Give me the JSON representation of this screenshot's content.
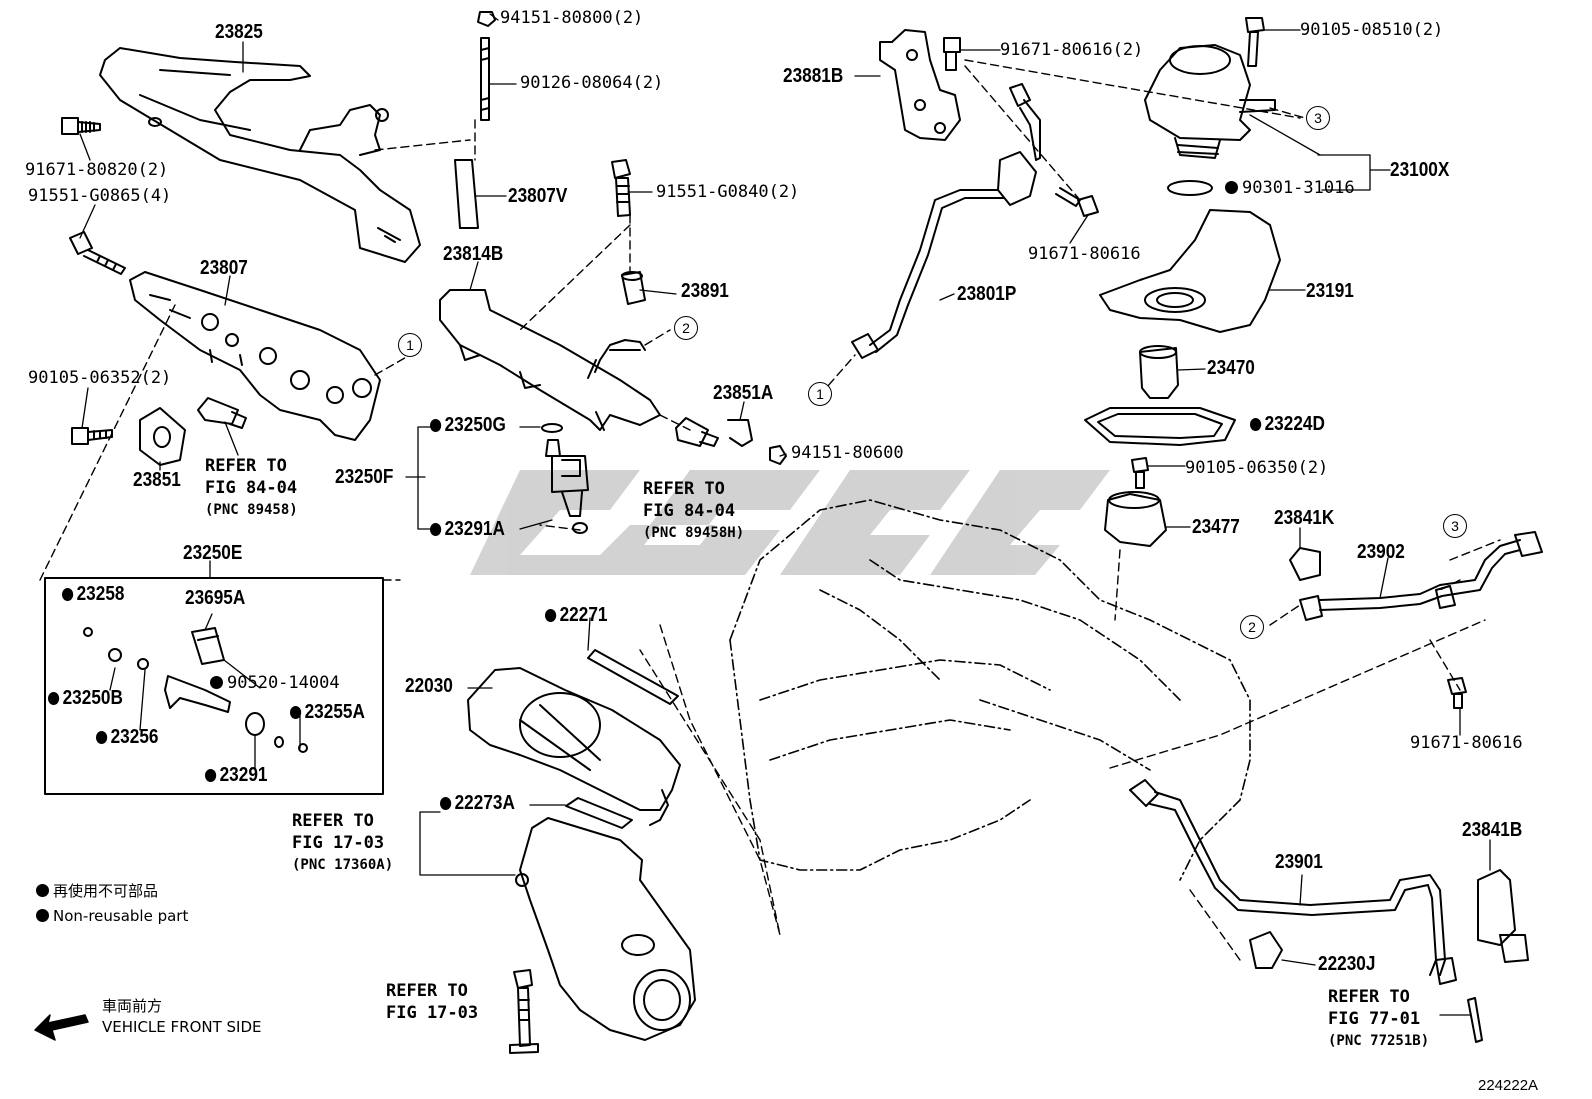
{
  "figure_id": "224222A",
  "legend": {
    "jp": "再使用不可部品",
    "en": "Non-reusable part",
    "front_jp": "車両前方",
    "front_en": "VEHICLE FRONT SIDE"
  },
  "circle_refs": [
    "1",
    "2",
    "3"
  ],
  "parts": {
    "p23825": "23825",
    "p94151_80800": "94151-80800(2)",
    "p90126_08064": "90126-08064(2)",
    "p91671_80820": "91671-80820(2)",
    "p91551_G0865": "91551-G0865(4)",
    "p23807V": "23807V",
    "p91551_G0840": "91551-G0840(2)",
    "p23807": "23807",
    "p23814B": "23814B",
    "p23891": "23891",
    "p90105_06352": "90105-06352(2)",
    "p23851": "23851",
    "p23851A": "23851A",
    "p94151_80600": "94151-80600",
    "p23250G": "23250G",
    "p23250F": "23250F",
    "p23291A": "23291A",
    "p23250E": "23250E",
    "p23258": "23258",
    "p23695A": "23695A",
    "p23250B": "23250B",
    "p90520_14004": "90520-14004",
    "p23255A": "23255A",
    "p23256": "23256",
    "p23291": "23291",
    "p22271": "22271",
    "p22030": "22030",
    "p22273A": "22273A",
    "p23881B": "23881B",
    "p91671_80616_2": "91671-80616(2)",
    "p90105_08510": "90105-08510(2)",
    "p23100X": "23100X",
    "p90301_31016": "90301-31016",
    "p91671_80616_a": "91671-80616",
    "p23801P": "23801P",
    "p23191": "23191",
    "p23470": "23470",
    "p23224D": "23224D",
    "p90105_06350": "90105-06350(2)",
    "p23477": "23477",
    "p23841K": "23841K",
    "p23902": "23902",
    "p91671_80616_b": "91671-80616",
    "p23841B": "23841B",
    "p23901": "23901",
    "p22230J": "22230J"
  },
  "refers": {
    "r1": {
      "l1": "REFER TO",
      "l2": "FIG 84-04",
      "l3": "(PNC 89458)"
    },
    "r2": {
      "l1": "REFER TO",
      "l2": "FIG 84-04",
      "l3": "(PNC 89458H)"
    },
    "r3": {
      "l1": "REFER TO",
      "l2": "FIG 17-03",
      "l3": "(PNC 17360A)"
    },
    "r4": {
      "l1": "REFER TO",
      "l2": "FIG 17-03"
    },
    "r5": {
      "l1": "REFER TO",
      "l2": "FIG 77-01",
      "l3": "(PNC 77251B)"
    }
  }
}
